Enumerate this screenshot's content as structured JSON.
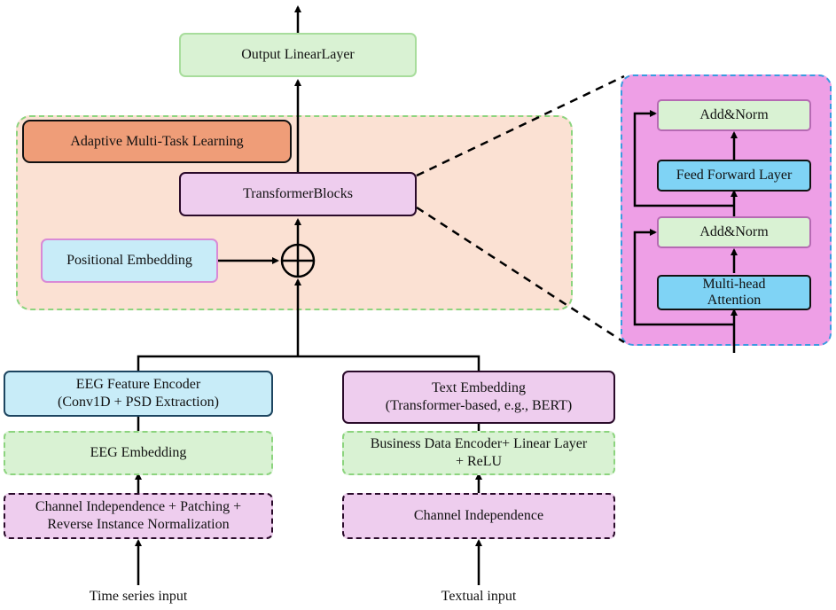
{
  "colors": {
    "green_fill": "#d9f2d3",
    "green_border": "#8cd47e",
    "pink_fill": "#eecdee",
    "pink_border": "#2a0a2a",
    "blue_fill": "#c8ecf8",
    "blue_border": "#1d4560",
    "orange_fill": "#ef9d78",
    "peach_region": "#fbe1d3",
    "region_dash_green": "#8cd47e",
    "detail_region_fill": "#ee9fe6",
    "detail_dash_blue": "#3a9be0",
    "deep_blue_fill": "#7fd3f5"
  },
  "diagram": {
    "output": "Output LinearLayer",
    "adaptive": "Adaptive Multi-Task Learning",
    "transformer_blocks": "TransformerBlocks",
    "positional_embedding": "Positional Embedding",
    "add_symbol": "⊕",
    "eeg_encoder": [
      "EEG Feature Encoder",
      "(Conv1D + PSD Extraction)"
    ],
    "eeg_embedding": "EEG Embedding",
    "channel_patching": [
      "Channel Independence + Patching +",
      "Reverse Instance Normalization"
    ],
    "time_series_input": "Time series input",
    "text_embedding": [
      "Text Embedding",
      "(Transformer-based, e.g., BERT)"
    ],
    "business_encoder": [
      "Business Data Encoder+ Linear Layer",
      "+ ReLU"
    ],
    "channel_independence": "Channel Independence",
    "textual_input": "Textual input",
    "detail": {
      "add_norm_top": "Add&Norm",
      "feed_forward": "Feed Forward Layer",
      "add_norm_bottom": "Add&Norm",
      "multi_head": [
        "Multi-head",
        "Attention"
      ]
    }
  }
}
